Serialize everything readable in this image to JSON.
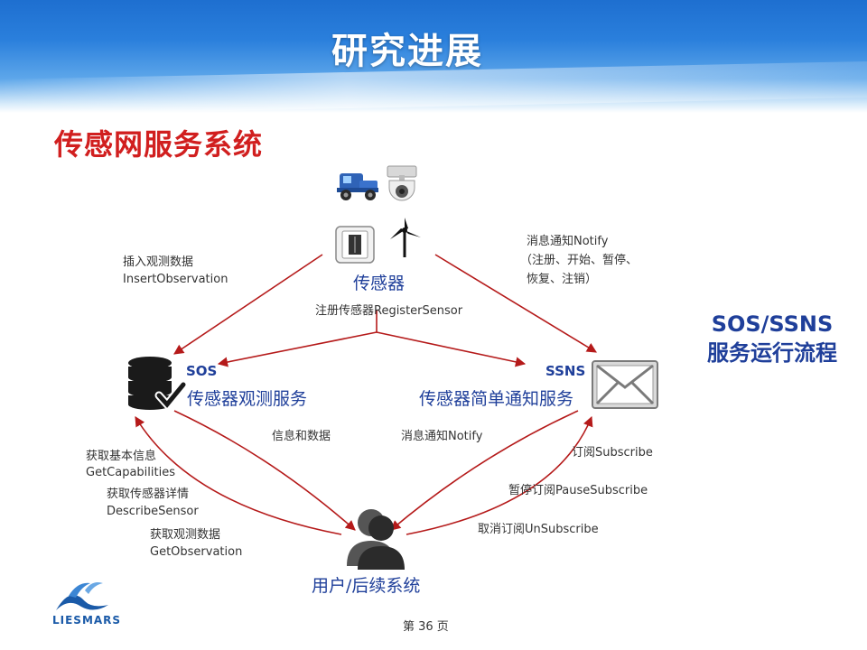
{
  "header": {
    "title": "研究进展"
  },
  "subtitle": "传感网服务系统",
  "side_title": {
    "line1": "SOS/SSNS",
    "line2": "服务运行流程"
  },
  "nodes": {
    "sensor": {
      "label": "传感器",
      "icons": [
        "toy-car-icon",
        "dome-camera-icon",
        "sensor-device-icon",
        "wind-turbine-icon"
      ]
    },
    "sos": {
      "abbr": "SOS",
      "label": "传感器观测服务",
      "icon": "database-check-icon"
    },
    "ssns": {
      "abbr": "SSNS",
      "label": "传感器简单通知服务",
      "icon": "envelope-icon"
    },
    "user": {
      "label": "用户/后续系统",
      "icon": "user-icon"
    }
  },
  "labels": {
    "insert_observation": {
      "cn": "插入观测数据",
      "en": "InsertObservation"
    },
    "register_sensor": "注册传感器RegisterSensor",
    "notify_top": {
      "line1": "消息通知Notify",
      "line2": "（注册、开始、暂停、",
      "line3": "恢复、注销）"
    },
    "info_data": "信息和数据",
    "notify_mid": "消息通知Notify",
    "get_capabilities": {
      "cn": "获取基本信息",
      "en": "GetCapabilities"
    },
    "describe_sensor": {
      "cn": "获取传感器详情",
      "en": "DescribeSensor"
    },
    "get_observation": {
      "cn": "获取观测数据",
      "en": "GetObservation"
    },
    "subscribe": "订阅Subscribe",
    "pause_subscribe": "暂停订阅PauseSubscribe",
    "unsubscribe": "取消订阅UnSubscribe"
  },
  "footer": {
    "page": "第 36 页",
    "logo_text": "LIESMARS"
  },
  "colors": {
    "arrow": "#b51a1a",
    "title_red": "#d11f1f",
    "node_blue": "#1f3f9a"
  }
}
